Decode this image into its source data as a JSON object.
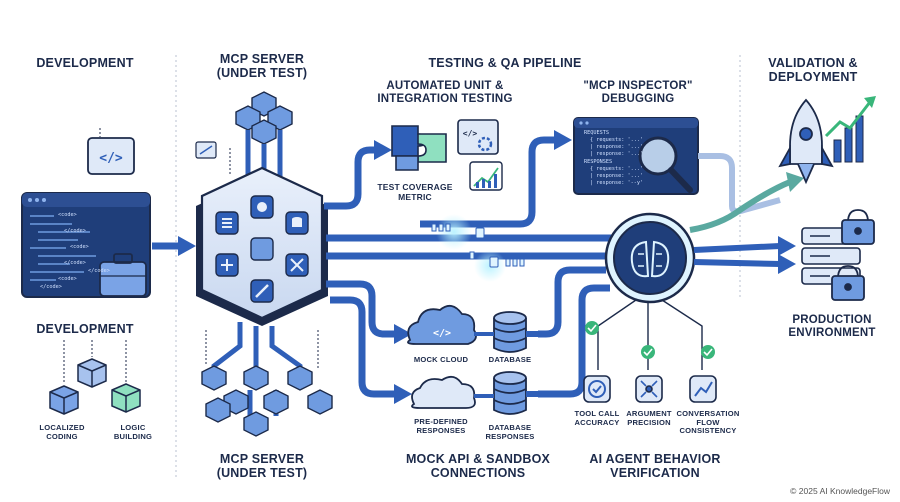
{
  "sections": {
    "development_top": "DEVELOPMENT",
    "mcp_server_top": "MCP SERVER\n(UNDER TEST)",
    "testing_pipeline": "TESTING & QA PIPELINE",
    "validation": "VALIDATION &\nDEPLOYMENT",
    "development_bottom": "DEVELOPMENT",
    "mcp_server_bottom": "MCP SERVER\n(UNDER TEST)",
    "mock_api": "MOCK API & SANDBOX\nCONNECTIONS",
    "ai_agent": "AI AGENT BEHAVIOR\nVERIFICATION",
    "production": "PRODUCTION\nENVIRONMENT"
  },
  "testing": {
    "unit_integration": "AUTOMATED UNIT &\nINTEGRATION TESTING",
    "coverage": "TEST COVERAGE\nMETRIC",
    "inspector": "\"MCP INSPECTOR\"\nDEBUGGING"
  },
  "inspector_code": {
    "requests": "REQUESTS",
    "responses": "RESPONSES",
    "lines_req": [
      "{ requests: '...'",
      "| response: '...'",
      "| response: '...'"
    ],
    "lines_resp": [
      "{ requests: '...'",
      "| response: '...'",
      "| response: '--y'"
    ]
  },
  "editor_code": [
    "<code>",
    "</code>",
    "<code>",
    "</code>",
    "<code>",
    "</code>",
    "</code>"
  ],
  "dev_items": {
    "localized": "LOCALIZED\nCODING",
    "logic": "LOGIC\nBUILDING"
  },
  "mock": {
    "cloud": "MOCK CLOUD",
    "database": "DATABASE",
    "predefined": "PRE-DEFINED\nRESPONSES",
    "db_responses": "DATABASE\nRESPONSES"
  },
  "agent_metrics": {
    "tool_call": "TOOL CALL\nACCURACY",
    "argument": "ARGUMENT\nPRECISION",
    "conversation": "CONVERSATION\nFLOW\nCONSISTENCY"
  },
  "icons": {
    "code_window": "code-brackets-icon",
    "briefcase": "briefcase-icon",
    "puzzle": "puzzle-icon",
    "gear_code": "gear-code-icon",
    "chart": "bar-chart-icon",
    "magnifier": "magnifier-icon",
    "brain": "brain-chip-icon",
    "rocket": "rocket-icon",
    "lock": "lock-icon",
    "cloud": "cloud-icon",
    "database": "database-icon",
    "check": "checkmark-icon"
  },
  "colors": {
    "primary": "#2f5fb8",
    "light": "#8fb4ee",
    "dark": "#1c2a4a",
    "accent_green": "#39b67a",
    "teal": "#7fd3c2"
  },
  "footer": "© 2025 AI KnowledgeFlow"
}
